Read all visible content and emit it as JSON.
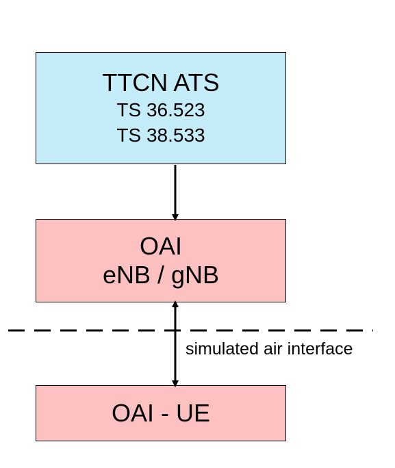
{
  "diagram": {
    "ttcn_box": {
      "title": "TTCN ATS",
      "line1": "TS 36.523",
      "line2": "TS 38.533",
      "fill": "#c5ecf9"
    },
    "enb_box": {
      "line1": "OAI",
      "line2": "eNB / gNB",
      "fill": "#fdc1c1"
    },
    "ue_box": {
      "label": "OAI - UE",
      "fill": "#fdc1c1"
    },
    "interface_label": "simulated air interface",
    "edges": [
      {
        "from": "TTCN ATS",
        "to": "OAI eNB / gNB",
        "style": "arrow-down"
      },
      {
        "from": "OAI eNB / gNB",
        "to": "OAI - UE",
        "style": "bidirectional-arrow"
      }
    ],
    "separator": {
      "style": "dashed-line"
    }
  }
}
